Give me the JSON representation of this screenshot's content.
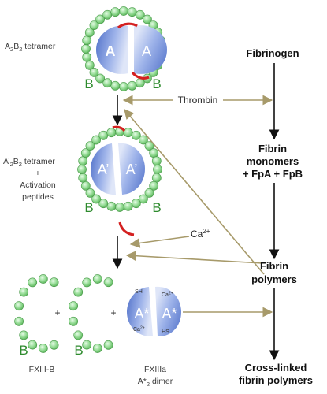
{
  "labels": {
    "a2b2": "A",
    "a2b2_sub1": "2",
    "a2b2_mid": "B",
    "a2b2_sub2": "2",
    "a2b2_rest": " tetramer",
    "prime_line1_a": "A’",
    "prime_line1_sub1": "2",
    "prime_line1_b": "B",
    "prime_line1_sub2": "2",
    "prime_line1_rest": " tetramer",
    "plus": "+",
    "activation": "Activation",
    "peptides": "peptides",
    "fxiiib": "FXIII-B",
    "fxiiia": "FXIIIa",
    "dimer_a": "A*",
    "dimer_sub": "2",
    "dimer_rest": " dimer"
  },
  "letters": {
    "A": "A",
    "B": "B",
    "A_prime": "A’",
    "A_star": "A*",
    "SH": "SH",
    "HS": "HS",
    "Ca": "Ca",
    "Ca_sup": "2+"
  },
  "flow": {
    "fibrinogen": "Fibrinogen",
    "thrombin": "Thrombin",
    "fibrin_monomers_1": "Fibrin",
    "fibrin_monomers_2": "monomers",
    "fibrin_monomers_3": "+ FpA + FpB",
    "calcium": "Ca",
    "calcium_sup": "2+",
    "fibrin_polymers_1": "Fibrin",
    "fibrin_polymers_2": "polymers",
    "crosslinked_1": "Cross-linked",
    "crosslinked_2": "fibrin polymers"
  },
  "colors": {
    "bead": "#8fd98f",
    "bead_stroke": "#4a9a4a",
    "subunit": "#6f8fd6",
    "red": "#d42020",
    "olive": "#a79a6a",
    "green_text": "#2e8b2e"
  }
}
